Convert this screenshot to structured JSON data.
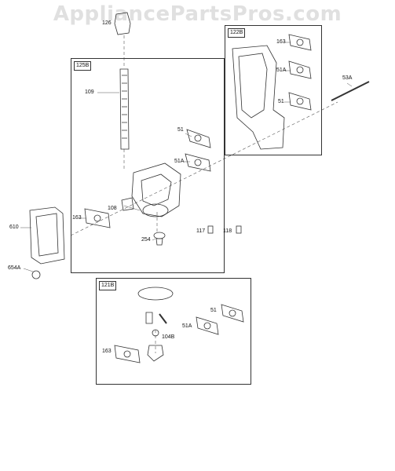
{
  "watermark": "AppliancePartsPros.com",
  "boxes": {
    "b125": "125B",
    "b122": "122B",
    "b121": "121B"
  },
  "labels": {
    "p126": "126",
    "p109": "109",
    "p51_main": "51",
    "p51a_main": "51A",
    "p108": "108",
    "p163_main": "163",
    "p254": "254",
    "p117": "117",
    "p118": "118",
    "p610": "610",
    "p654a": "654A",
    "p163_122": "163",
    "p51a_122": "51A",
    "p51_122": "51",
    "p53a": "53A",
    "p51_121": "51",
    "p51a_121": "51A",
    "p104b": "104B",
    "p163_121": "163"
  }
}
